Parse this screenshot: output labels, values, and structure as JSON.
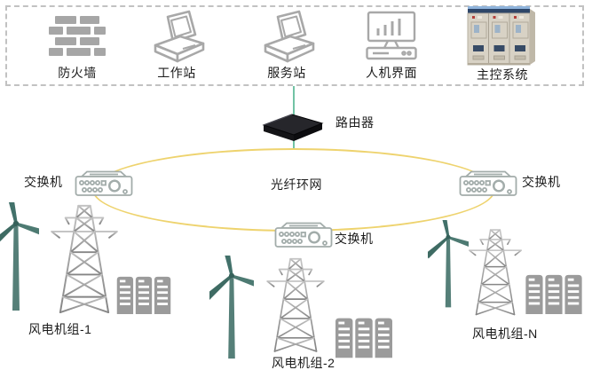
{
  "panel": {
    "items": [
      {
        "id": "firewall",
        "label": "防火墙",
        "icon": "brick-wall-icon"
      },
      {
        "id": "workstation",
        "label": "工作站",
        "icon": "desktop-computer-icon"
      },
      {
        "id": "server-station",
        "label": "服务站",
        "icon": "desktop-computer-icon"
      },
      {
        "id": "hmi",
        "label": "人机界面",
        "icon": "monitor-chart-icon"
      },
      {
        "id": "main-control",
        "label": "主控系统",
        "icon": "control-cabinet-icon"
      }
    ]
  },
  "network": {
    "router_label": "路由器",
    "ring_label": "光纤环网",
    "switch_left_label": "交换机",
    "switch_right_label": "交换机",
    "switch_bottom_label": "交换机"
  },
  "farms": {
    "group_1_label": "风电机组-1",
    "group_n_label": "风电机组-N",
    "group_middle_label_partial": "风电机组-2"
  },
  "colors": {
    "ring_yellow": "#eed36e",
    "uplink_teal": "#72c3a5",
    "icon_gray": "#a6a6a6",
    "turbine_teal": "#4d7a72",
    "tower_gray": "#9c9c9c",
    "router_black": "#1c1c20",
    "label_text": "#1c1c1c",
    "dashed_border": "#c2c2c2"
  }
}
